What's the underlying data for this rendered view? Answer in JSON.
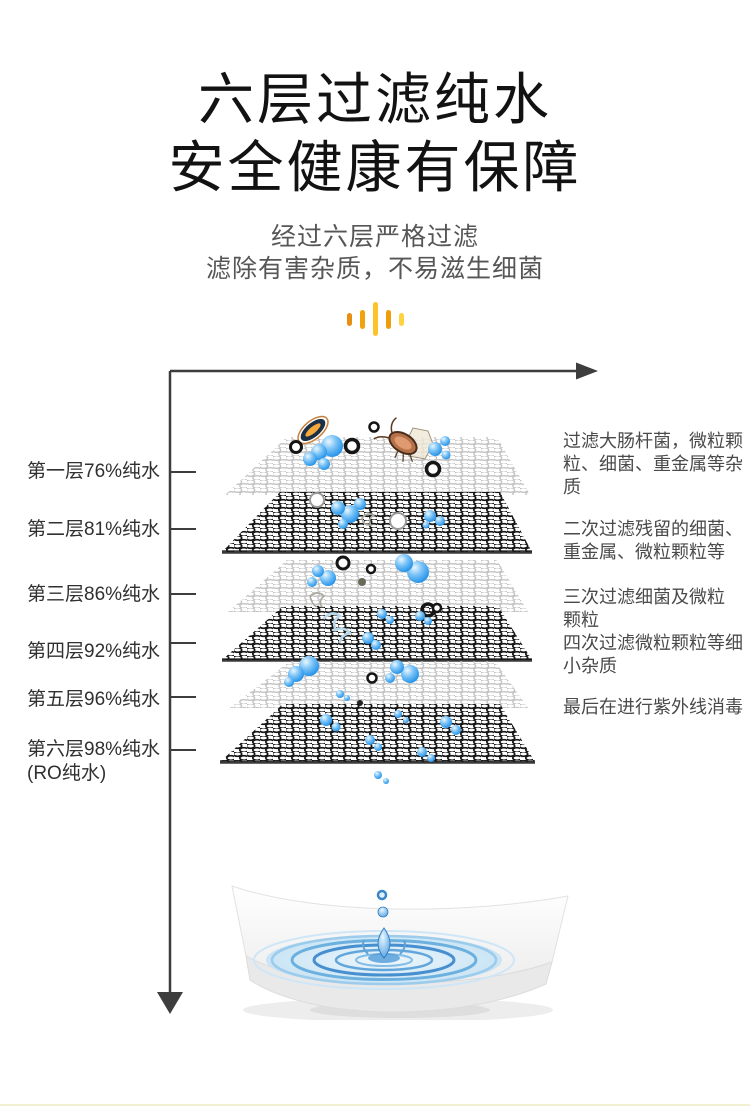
{
  "header": {
    "title_line1": "六层过滤纯水",
    "title_line2": "安全健康有保障",
    "subtitle_line1": "经过六层严格过滤",
    "subtitle_line2": "滤除有害杂质，不易滋生细菌"
  },
  "soundwave": {
    "bars": [
      {
        "height": 13,
        "color": "#e78f10"
      },
      {
        "height": 19,
        "color": "#f0a30c"
      },
      {
        "height": 34,
        "color": "#fdc32b"
      },
      {
        "height": 19,
        "color": "#ee9e0d"
      },
      {
        "height": 13,
        "color": "#ffd23f"
      }
    ]
  },
  "diagram": {
    "left_labels": [
      {
        "text": "第一层76%纯水"
      },
      {
        "text": "第二层81%纯水"
      },
      {
        "text": "第三层86%纯水"
      },
      {
        "text": "第四层92%纯水"
      },
      {
        "text": "第五层96%纯水"
      },
      {
        "text": "第六层98%纯水",
        "subtext": "(RO纯水)"
      }
    ],
    "right_notes": [
      {
        "text": "过滤大肠杆菌，微粒颗\n粒、细菌、重金属等杂\n质"
      },
      {
        "text": "二次过滤残留的细菌、\n重金属、微粒颗粒等"
      },
      {
        "text": "三次过滤细菌及微粒\n颗粒"
      },
      {
        "text": "四次过滤微粒颗粒等细\n小杂质"
      },
      {
        "text": "最后在进行紫外线消毒"
      }
    ],
    "layers": [
      {
        "name": "第一层",
        "purity_percent": 76,
        "mesh": "light"
      },
      {
        "name": "第二层",
        "purity_percent": 81,
        "mesh": "dark"
      },
      {
        "name": "第三层",
        "purity_percent": 86,
        "mesh": "light"
      },
      {
        "name": "第四层",
        "purity_percent": 92,
        "mesh": "dark"
      },
      {
        "name": "第五层",
        "purity_percent": 96,
        "mesh": "light"
      },
      {
        "name": "第六层",
        "purity_percent": 98,
        "mesh": "dark",
        "note": "RO纯水"
      }
    ]
  },
  "colors": {
    "background": "#ffffff",
    "title": "#121212",
    "subtitle": "#565656",
    "label-text": "#303030",
    "note-text": "#4a4a4a",
    "axis": "#3d3d3d",
    "mesh-light": "#c2c2c2",
    "mesh-dark": "#161616",
    "bubble-blue": "#2e9bf0",
    "ripple-blue": "#478fcf",
    "bottom-line": "#f3efd3"
  }
}
